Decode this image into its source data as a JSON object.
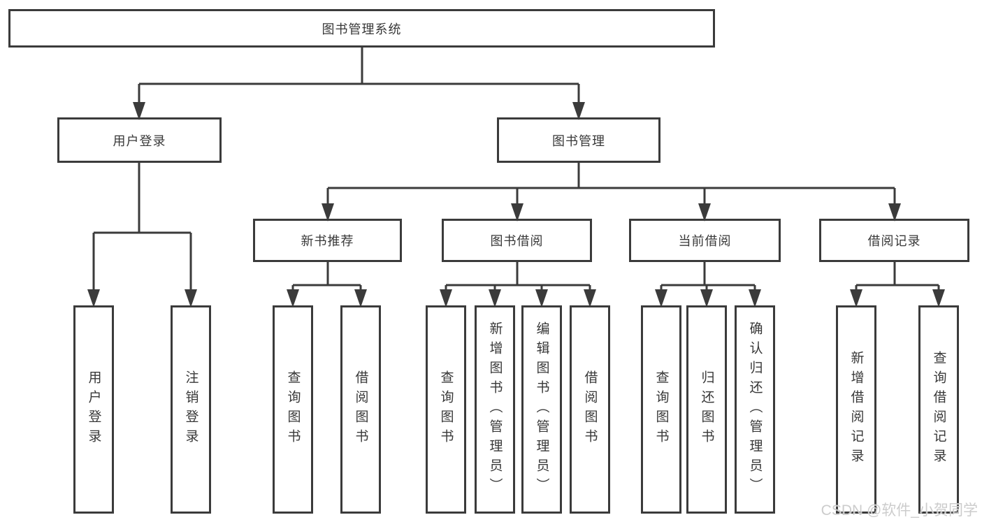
{
  "tree": {
    "root": {
      "label": "图书管理系统"
    },
    "children": [
      {
        "label": "用户登录",
        "children": [
          {
            "label": "用户登录"
          },
          {
            "label": "注销登录"
          }
        ]
      },
      {
        "label": "图书管理",
        "children": [
          {
            "label": "新书推荐",
            "children": [
              {
                "label": "查询图书"
              },
              {
                "label": "借阅图书"
              }
            ]
          },
          {
            "label": "图书借阅",
            "children": [
              {
                "label": "查询图书"
              },
              {
                "label": "新增图书（管理员）"
              },
              {
                "label": "编辑图书（管理员）"
              },
              {
                "label": "借阅图书"
              }
            ]
          },
          {
            "label": "当前借阅",
            "children": [
              {
                "label": "查询图书"
              },
              {
                "label": "归还图书"
              },
              {
                "label": "确认归还（管理员）"
              }
            ]
          },
          {
            "label": "借阅记录",
            "children": [
              {
                "label": "新增借阅记录"
              },
              {
                "label": "查询借阅记录"
              }
            ]
          }
        ]
      }
    ]
  },
  "watermark": {
    "text": "CSDN @软件_小贺同学"
  },
  "colors": {
    "line": "#3b3b3b",
    "text": "#383838",
    "background": "#ffffff",
    "watermark": "#c9c9c9"
  }
}
